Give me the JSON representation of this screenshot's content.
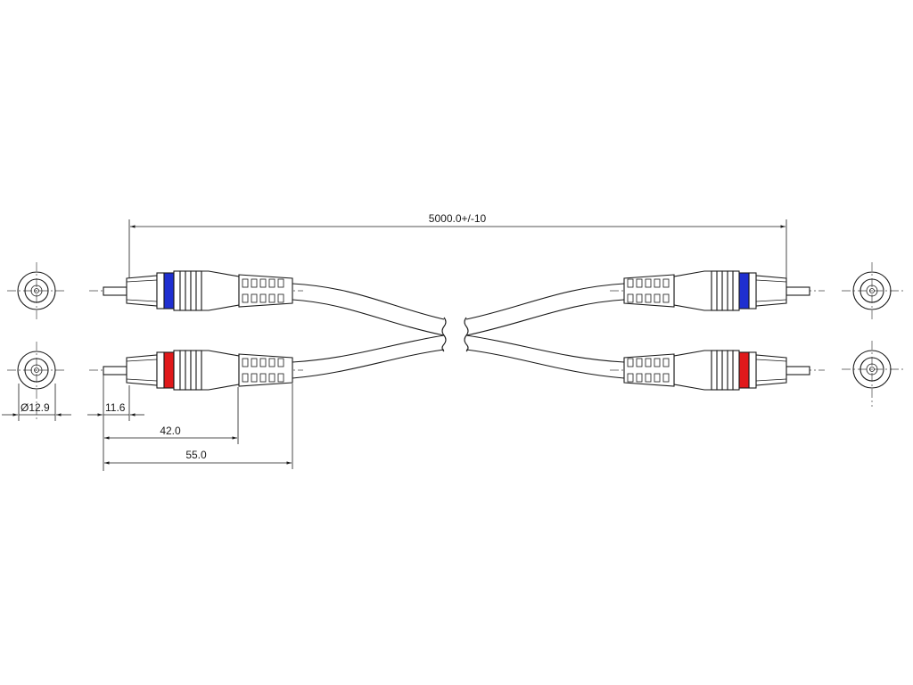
{
  "colors": {
    "line": "#1a1a1a",
    "ring_left_blue": "#1f2fd0",
    "ring_left_red": "#e0191b",
    "ring_right_blue": "#1f2fd0",
    "ring_right_red": "#e0191b"
  },
  "dimensions": {
    "total_length": "5000.0+/-10",
    "diameter": "Ø12.9",
    "pin_length": "11.6",
    "plug_to_grip": "42.0",
    "plug_length": "55.0"
  }
}
